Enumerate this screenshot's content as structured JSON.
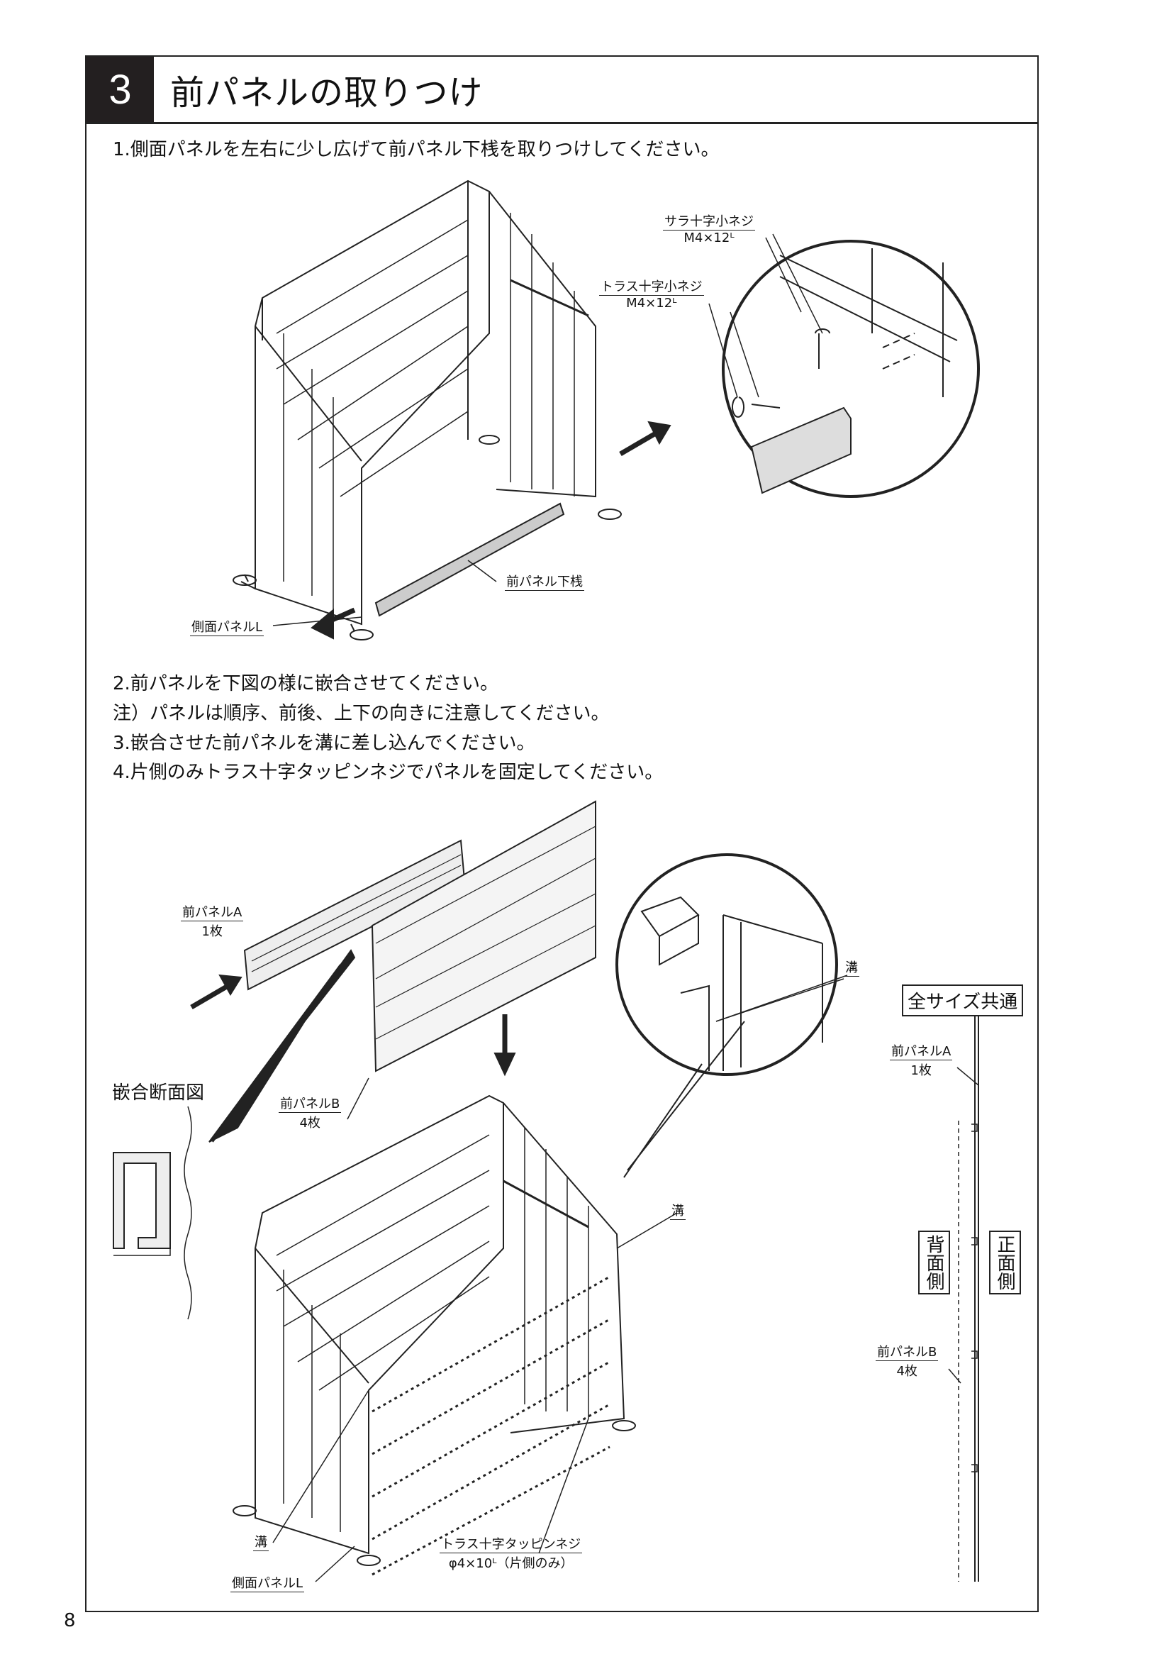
{
  "section": {
    "number": "3",
    "title": "前パネルの取りつけ"
  },
  "steps": {
    "step1": "1.側面パネルを左右に少し広げて前パネル下桟を取りつけしてください。",
    "step2": "2.前パネルを下図の様に嵌合させてください。",
    "note": "注）パネルは順序、前後、上下の向きに注意してください。",
    "step3": "3.嵌合させた前パネルを溝に差し込んでください。",
    "step4": "4.片側のみトラス十字タッピンネジでパネルを固定してください。"
  },
  "figure1": {
    "screw_flat": {
      "name": "サラ十字小ネジ",
      "spec": "M4×12ᴸ"
    },
    "screw_truss": {
      "name": "トラス十字小ネジ",
      "spec": "M4×12ᴸ"
    },
    "bottom_rail": "前パネル下桟",
    "side_panel": "側面パネルL"
  },
  "figure2": {
    "panel_a": {
      "name": "前パネルA",
      "qty": "1枚"
    },
    "panel_b": {
      "name": "前パネルB",
      "qty": "4枚"
    },
    "section_view": "嵌合断面図",
    "groove": "溝",
    "groove2": "溝",
    "groove3": "溝",
    "tapping_screw": {
      "name": "トラス十字タッピンネジ",
      "spec": "φ4×10ᴸ（片側のみ）"
    },
    "side_panel": "側面パネルL"
  },
  "side_diagram": {
    "common": "全サイズ共通",
    "panel_a": {
      "name": "前パネルA",
      "qty": "1枚"
    },
    "panel_b": {
      "name": "前パネルB",
      "qty": "4枚"
    },
    "back_side": "背面側",
    "front_side": "正面側"
  },
  "page_number": "8"
}
